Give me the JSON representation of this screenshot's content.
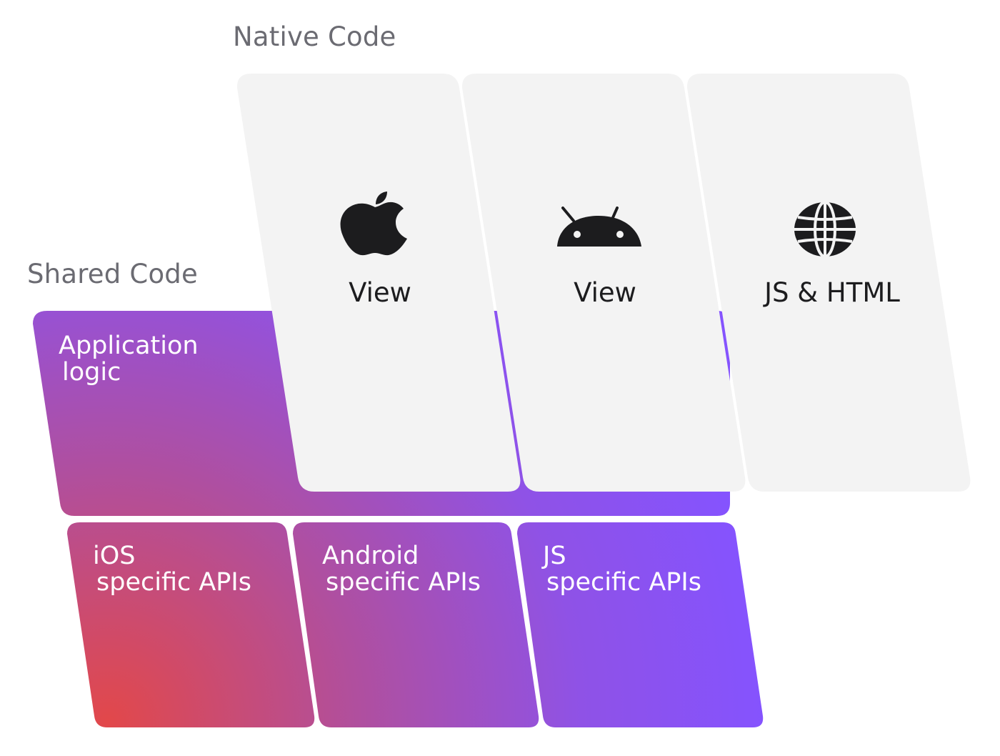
{
  "headings": {
    "native": "Native Code",
    "shared": "Shared Code"
  },
  "shared_code": {
    "application_logic": {
      "line1": "Application",
      "line2": "logic"
    },
    "platform_apis": [
      {
        "line1": "iOS",
        "line2": "specific APIs"
      },
      {
        "line1": "Android",
        "line2": "specific APIs"
      },
      {
        "line1": "JS",
        "line2": "specific APIs"
      }
    ]
  },
  "native_code": {
    "cards": [
      {
        "icon": "apple-icon",
        "label": "View"
      },
      {
        "icon": "android-icon",
        "label": "View"
      },
      {
        "icon": "globe-icon",
        "label": "JS & HTML"
      }
    ]
  },
  "colors": {
    "heading_text": "#6b6b72",
    "card_background": "#f3f3f3",
    "card_text": "#1c1c1e",
    "gradient_red": "#e2484a",
    "gradient_magenta": "#b04f9e",
    "gradient_purple": "#8553fe"
  }
}
